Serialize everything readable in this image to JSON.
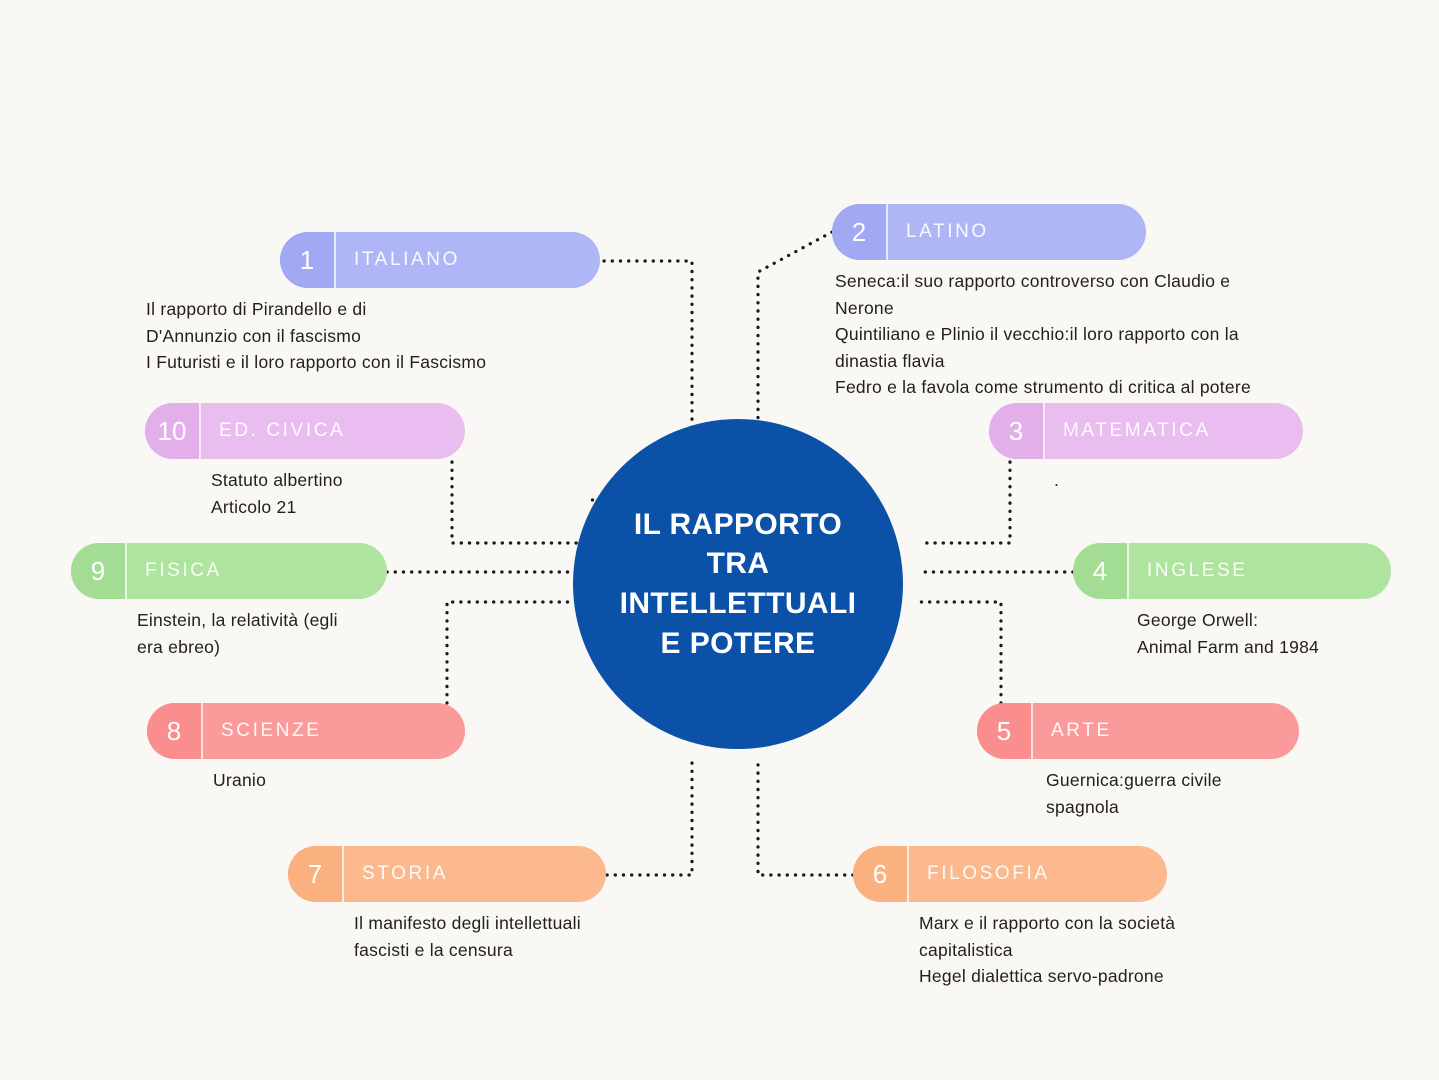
{
  "background_color": "#FAF8F5",
  "hub": {
    "title": "IL RAPPORTO\nTRA\nINTELLETTUALI\nE POTERE",
    "color": "#0B51A8"
  },
  "branches": [
    {
      "number": "1",
      "label": "ITALIANO",
      "color": "#AFB6F5",
      "number_color": "#A0A9F2",
      "description": "Il rapporto di Pirandello e di\nD'Annunzio con il fascismo\nI Futuristi e il loro rapporto con il Fascismo"
    },
    {
      "number": "2",
      "label": "LATINO",
      "color": "#AFB6F5",
      "number_color": "#A0A9F2",
      "description": "Seneca:il suo rapporto controverso con Claudio e\nNerone\nQuintiliano e Plinio il vecchio:il loro rapporto con la\ndinastia flavia\nFedro e la favola come strumento di critica al potere"
    },
    {
      "number": "3",
      "label": "MATEMATICA",
      "color": "#E9BDF0",
      "number_color": "#E2AFEB",
      "description": "."
    },
    {
      "number": "4",
      "label": "INGLESE",
      "color": "#AEE3A0",
      "number_color": "#A3DD93",
      "description": "George Orwell:\nAnimal Farm and 1984"
    },
    {
      "number": "5",
      "label": "ARTE",
      "color": "#FB9A9A",
      "number_color": "#FA8E8E",
      "description": "Guernica:guerra civile\nspagnola"
    },
    {
      "number": "6",
      "label": "FILOSOFIA",
      "color": "#FBB98D",
      "number_color": "#FAB07F",
      "description": "Marx e il rapporto con la società\ncapitalistica\nHegel dialettica servo-padrone"
    },
    {
      "number": "7",
      "label": "STORIA",
      "color": "#FBB98D",
      "number_color": "#FAB07F",
      "description": "Il manifesto degli intellettuali\nfascisti e la censura"
    },
    {
      "number": "8",
      "label": "SCIENZE",
      "color": "#FB9A9A",
      "number_color": "#FA8E8E",
      "description": "Uranio"
    },
    {
      "number": "9",
      "label": "FISICA",
      "color": "#AEE3A0",
      "number_color": "#A3DD93",
      "description": "Einstein, la relatività (egli\nera ebreo)"
    },
    {
      "number": "10",
      "label": "ED. CIVICA",
      "color": "#E9BDF0",
      "number_color": "#E2AFEB",
      "description": "Statuto albertino\nArticolo 21"
    }
  ],
  "connector": {
    "color": "#1A1A1A",
    "style": "dotted"
  }
}
